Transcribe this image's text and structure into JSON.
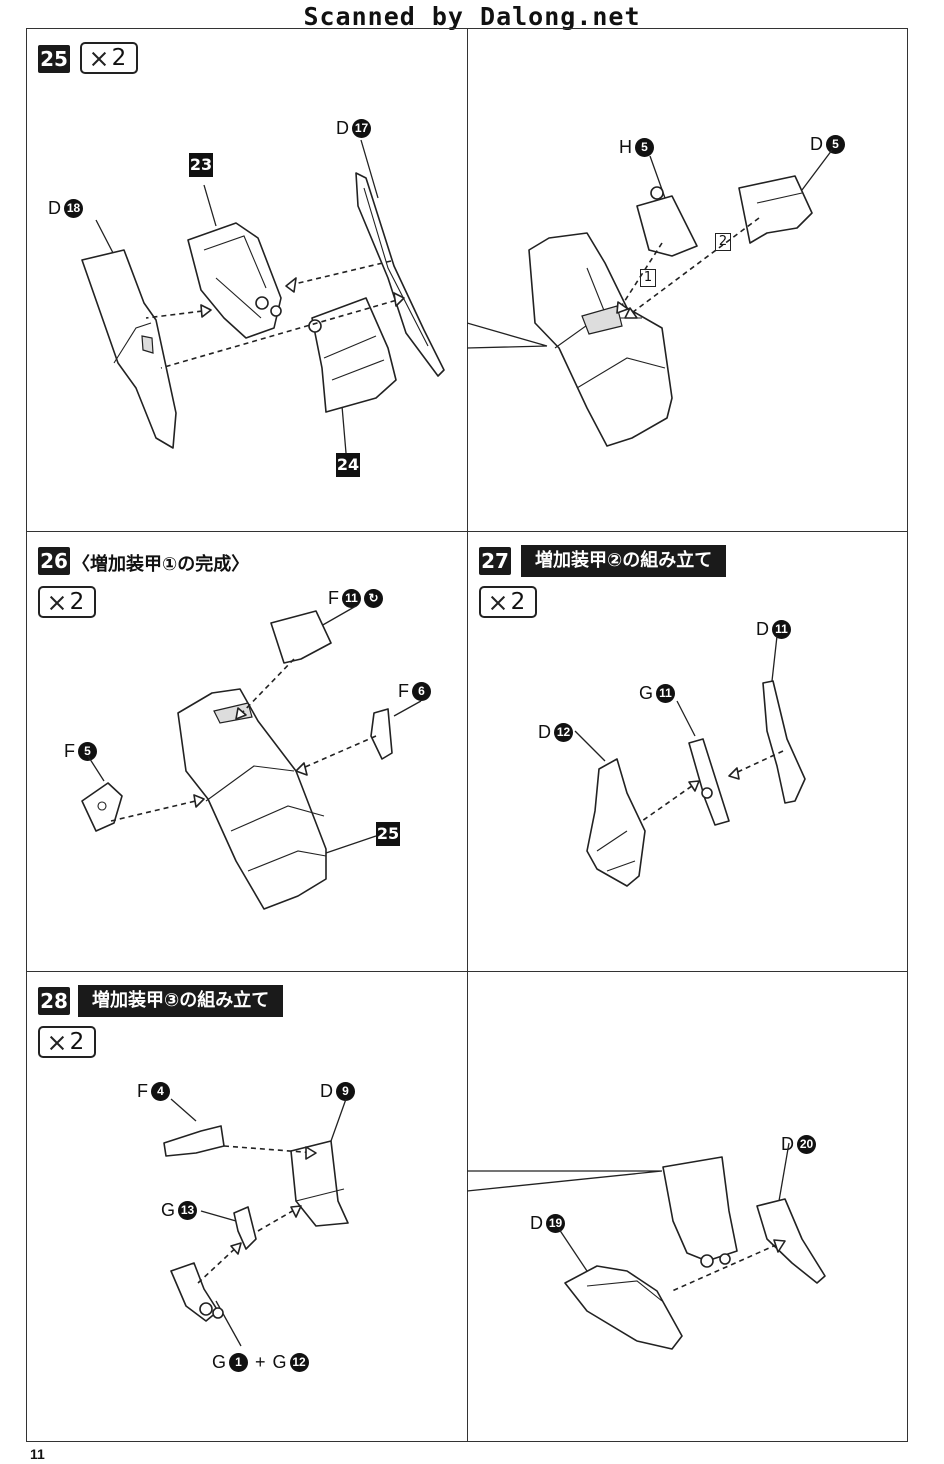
{
  "header": "Scanned by Dalong.net",
  "page_number": "11",
  "steps": {
    "s25": {
      "num": "25",
      "mult": "2",
      "labels": {
        "d18": {
          "letter": "D",
          "num": "18"
        },
        "d17": {
          "letter": "D",
          "num": "17"
        },
        "p23": "23",
        "p24": "24",
        "h5": {
          "letter": "H",
          "num": "5"
        },
        "d5": {
          "letter": "D",
          "num": "5"
        },
        "o1": "1",
        "o2": "2"
      }
    },
    "s26": {
      "num": "26",
      "title": "〈増加装甲①の完成〉",
      "mult": "2",
      "labels": {
        "f11": {
          "letter": "F",
          "num": "11",
          "mark": "↻"
        },
        "f6": {
          "letter": "F",
          "num": "6"
        },
        "f5": {
          "letter": "F",
          "num": "5"
        },
        "p25": "25"
      }
    },
    "s27": {
      "num": "27",
      "title": "増加装甲②の組み立て",
      "mult": "2",
      "labels": {
        "d11": {
          "letter": "D",
          "num": "11"
        },
        "g11": {
          "letter": "G",
          "num": "11"
        },
        "d12": {
          "letter": "D",
          "num": "12"
        }
      }
    },
    "s28": {
      "num": "28",
      "title": "増加装甲③の組み立て",
      "mult": "2",
      "labels": {
        "f4": {
          "letter": "F",
          "num": "4"
        },
        "d9": {
          "letter": "D",
          "num": "9"
        },
        "g13": {
          "letter": "G",
          "num": "13"
        },
        "g1": {
          "letter": "G",
          "num": "1"
        },
        "plus": "+",
        "g12": {
          "letter": "G",
          "num": "12"
        },
        "d20": {
          "letter": "D",
          "num": "20"
        },
        "d19": {
          "letter": "D",
          "num": "19"
        }
      }
    }
  }
}
